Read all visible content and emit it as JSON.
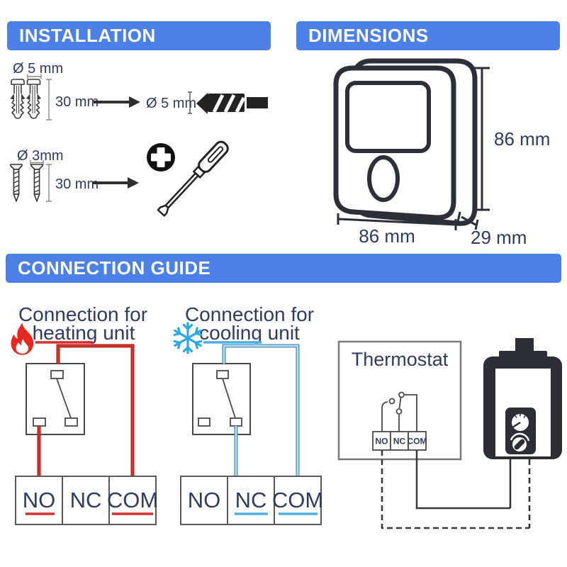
{
  "colors": {
    "header_blue": "#4b80e7",
    "navy_text": "#2e3c5f",
    "heating_red": "#d5312c",
    "cooling_blue": "#4fb0dd",
    "snowflake_blue": "#2da9e2",
    "flame_red": "#e7281e",
    "ink_dark": "#2b2f38",
    "wire_gray": "#3a3a3a"
  },
  "installation": {
    "title": "INSTALLATION",
    "plug_diameter": "Ø 5 mm",
    "plug_length": "30 mm",
    "drill_diameter": "Ø 5 mm",
    "screw_diameter": "Ø 3mm",
    "screw_length": "30 mm"
  },
  "dimensions": {
    "title": "DIMENSIONS",
    "height": "86 mm",
    "width": "86 mm",
    "depth": "29 mm"
  },
  "connection_guide": {
    "title": "CONNECTION GUIDE",
    "heating": {
      "title_line1": "Connection for",
      "title_line2": "heating unit",
      "terminals": [
        "NO",
        "NC",
        "COM"
      ],
      "highlighted_terminals": [
        "NO",
        "COM"
      ]
    },
    "cooling": {
      "title_line1": "Connection for",
      "title_line2": "cooling unit",
      "terminals": [
        "NO",
        "NC",
        "COM"
      ],
      "highlighted_terminals": [
        "NC",
        "COM"
      ]
    },
    "thermostat": {
      "label": "Thermostat",
      "terminals": [
        "NO",
        "NC",
        "COM"
      ]
    }
  }
}
